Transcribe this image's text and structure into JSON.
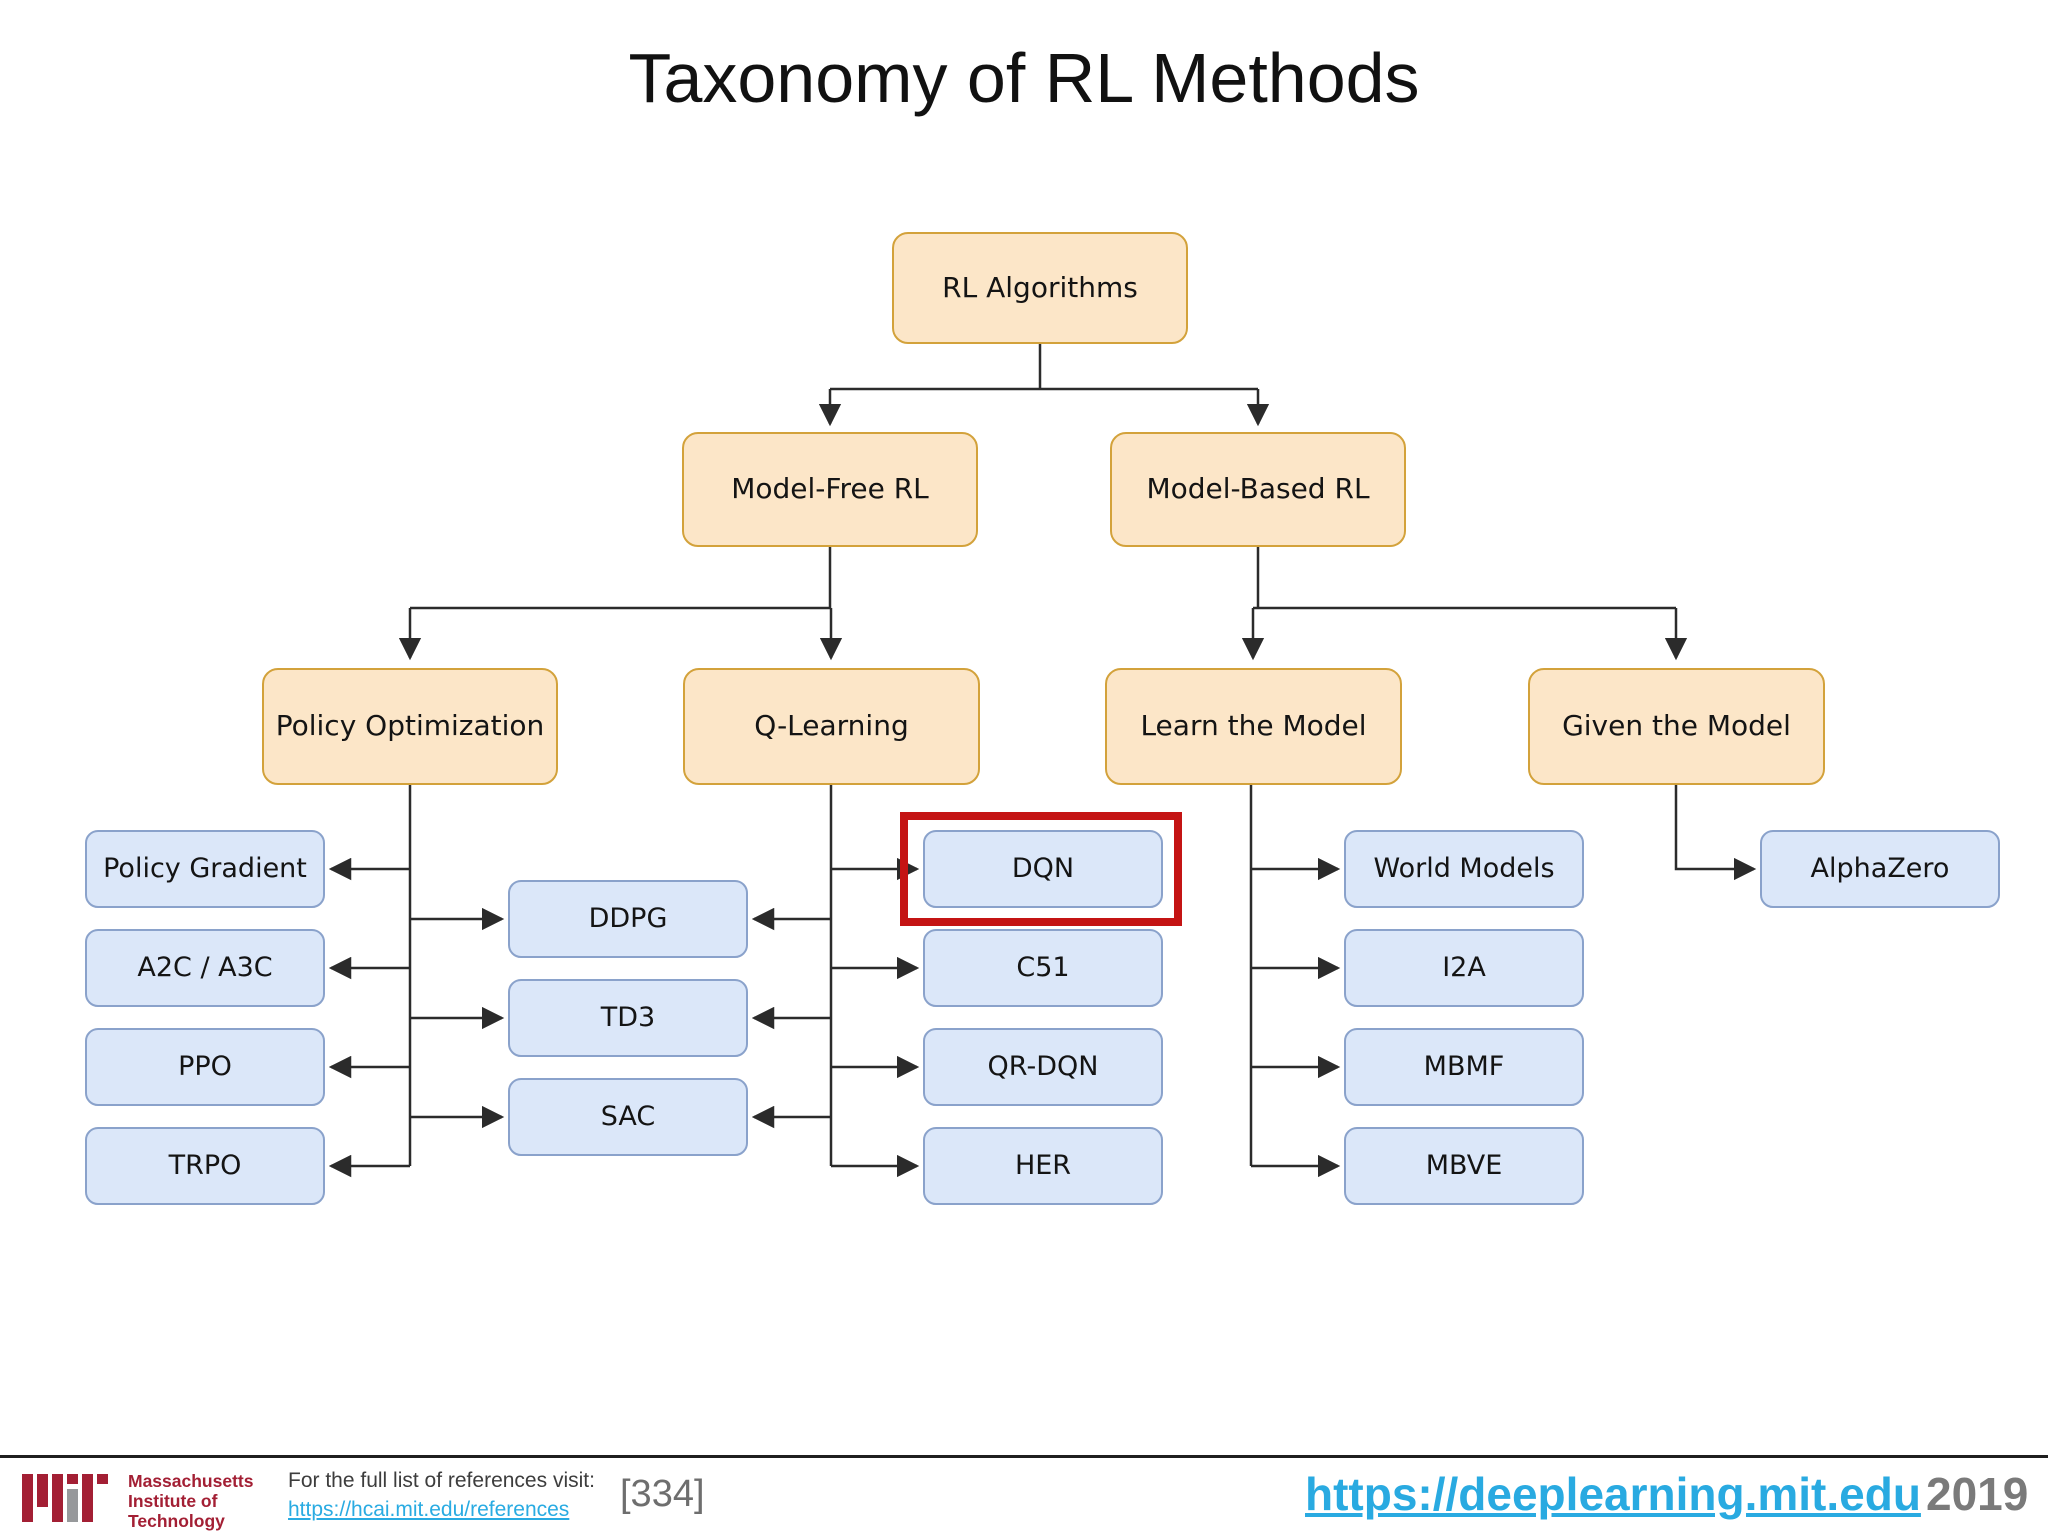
{
  "title": "Taxonomy of RL Methods",
  "diagram": {
    "root": "RL Algorithms",
    "model_free": "Model-Free RL",
    "model_based": "Model-Based RL",
    "policy_optimization": "Policy Optimization",
    "q_learning": "Q-Learning",
    "learn_the_model": "Learn the Model",
    "given_the_model": "Given the Model",
    "policy_opt_children": [
      "Policy Gradient",
      "A2C / A3C",
      "PPO",
      "TRPO"
    ],
    "shared_children": [
      "DDPG",
      "TD3",
      "SAC"
    ],
    "q_children": [
      "DQN",
      "C51",
      "QR-DQN",
      "HER"
    ],
    "model_children": [
      "World Models",
      "I2A",
      "MBMF",
      "MBVE"
    ],
    "given_children": [
      "AlphaZero"
    ],
    "highlighted_node": "DQN"
  },
  "colors": {
    "parent_fill": "#fce6c8",
    "parent_border": "#d3a23b",
    "leaf_fill": "#dbe7f9",
    "leaf_border": "#8aa2cb",
    "connector": "#2b2b2b",
    "highlight_red": "#c41414",
    "reference_link_blue": "#29abe2",
    "site_link_blue": "#29aae1",
    "mit_red": "#a31f34",
    "mit_gray": "#97999b"
  },
  "footer": {
    "mit_lines": [
      "Massachusetts",
      "Institute of",
      "Technology"
    ],
    "references_label": "For the full list of references visit:",
    "references_url": "https://hcai.mit.edu/references",
    "slide_number": "[334]",
    "site_url": "https://deeplearning.mit.edu",
    "year": "2019"
  }
}
